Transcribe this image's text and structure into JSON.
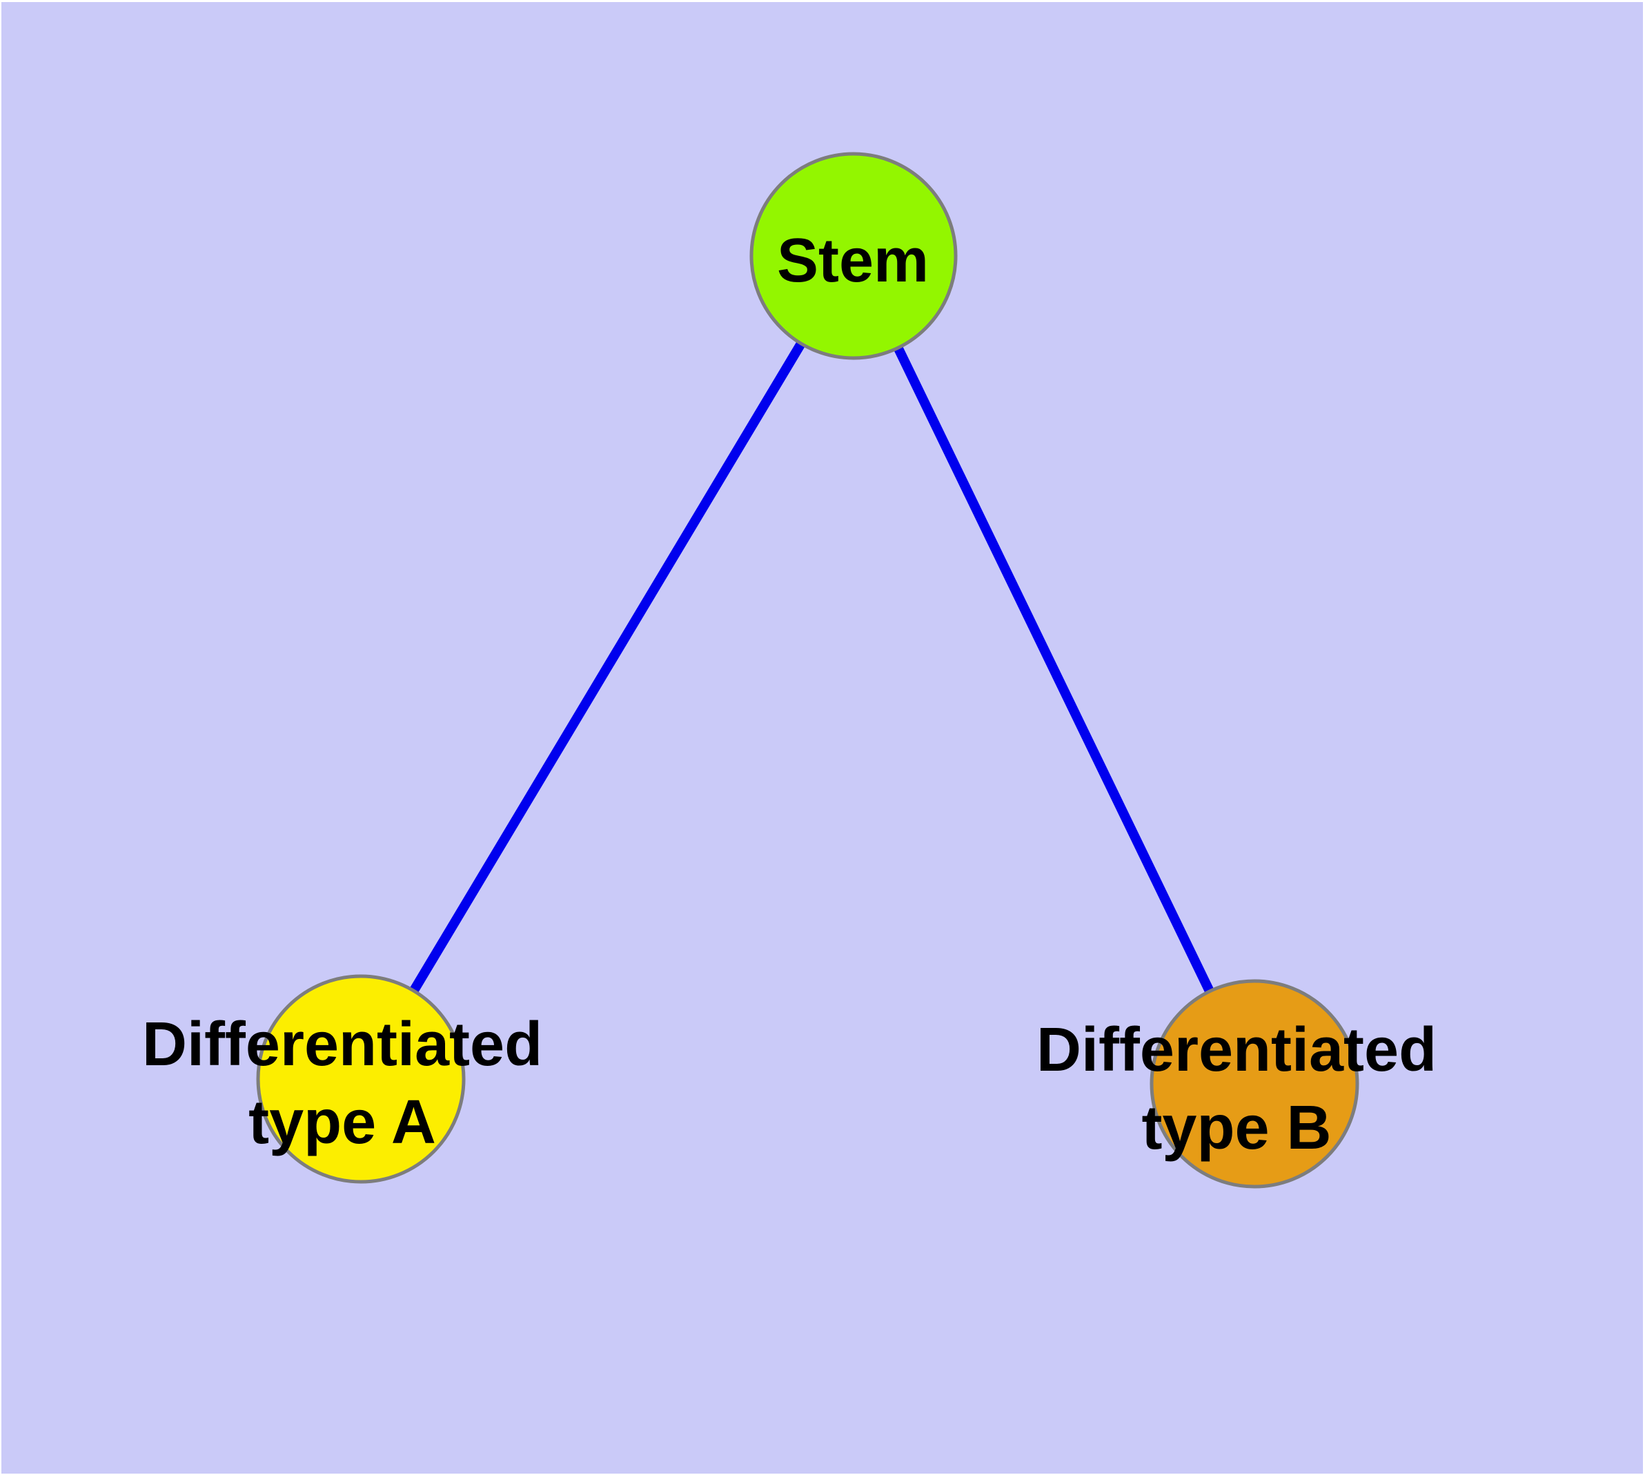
{
  "diagram_type": "node-link-graph",
  "colors": {
    "frame": "#FFFFFF",
    "background": "#CACAF8",
    "edge": "#0000EE",
    "node_border": "#7D7D7D",
    "label_text": "#000000",
    "stem_fill": "#93F600",
    "type_a_fill": "#FCEE00",
    "type_b_fill": "#E69C16"
  },
  "graph": {
    "nodes": [
      {
        "id": "stem",
        "label": "Stem",
        "label_lines": [
          "Stem"
        ],
        "fill": "#93F600",
        "shape": "circle"
      },
      {
        "id": "type_a",
        "label": "Differentiated type A",
        "label_lines": [
          "Differentiated",
          "type A"
        ],
        "fill": "#FCEE00",
        "shape": "circle"
      },
      {
        "id": "type_b",
        "label": "Differentiated type B",
        "label_lines": [
          "Differentiated",
          "type B"
        ],
        "fill": "#E69C16",
        "shape": "circle"
      }
    ],
    "edges": [
      {
        "from": "stem",
        "to": "type_a"
      },
      {
        "from": "stem",
        "to": "type_b"
      }
    ]
  }
}
